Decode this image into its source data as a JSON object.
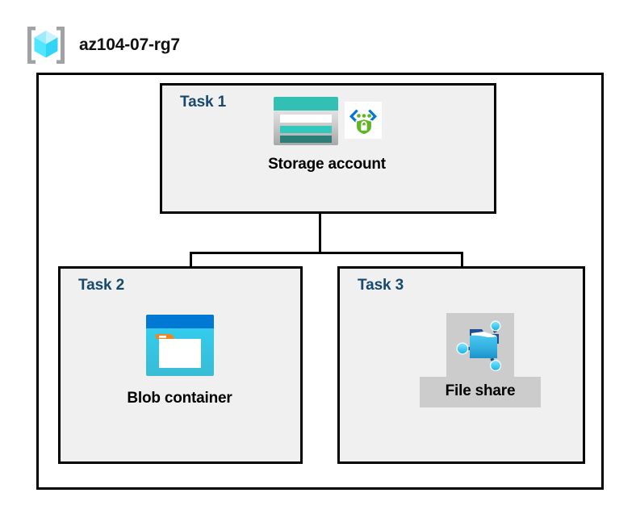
{
  "header": {
    "icon_name": "azure-resource-group-icon",
    "title": "az104-07-rg7"
  },
  "diagram": {
    "type": "azure-architecture-diagram",
    "container_name": "resource-group-container",
    "colors": {
      "task_title": "#17496d",
      "task_fill": "#f0f0f0",
      "border": "#000000",
      "highlight": "#cccccc",
      "blob_header": "#0078d4",
      "blob_body": "#32c5f4",
      "blob_tab": "#f2861e",
      "storage_teal": "#32bfb4",
      "storage_teal_dark": "#2b7f76",
      "fileshare_blue": "#32b5e5",
      "shield_green": "#5fb523",
      "link_blue": "#0078d4",
      "cube_cyan": "#50e6ff"
    },
    "tasks": [
      {
        "id": "task1",
        "label": "Task 1",
        "node": {
          "caption": "Storage account",
          "icons": [
            "storage-account-icon",
            "private-link-shield-icon"
          ],
          "highlighted": false
        }
      },
      {
        "id": "task2",
        "label": "Task 2",
        "node": {
          "caption": "Blob container",
          "icons": [
            "blob-container-icon"
          ],
          "highlighted": false
        }
      },
      {
        "id": "task3",
        "label": "Task 3",
        "node": {
          "caption": "File share",
          "icons": [
            "file-share-icon"
          ],
          "highlighted": true
        }
      }
    ],
    "connectors": [
      {
        "name": "storage-to-bus-stem",
        "orientation": "vertical"
      },
      {
        "name": "horizontal-bus",
        "orientation": "horizontal"
      },
      {
        "name": "bus-to-blob-drop",
        "orientation": "vertical"
      },
      {
        "name": "bus-to-fileshare-drop",
        "orientation": "vertical"
      }
    ]
  }
}
